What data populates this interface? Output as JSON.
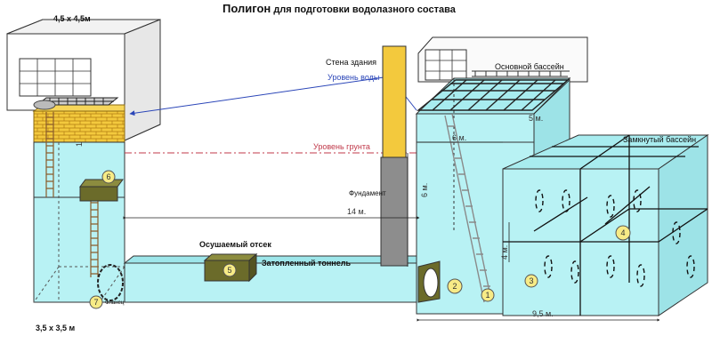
{
  "title": {
    "main": "Полигон",
    "rest": "для подготовки водолазного состава"
  },
  "labels": {
    "tower_top_size": "4,5 х 4,5м",
    "tower_bottom_size": "3,5 х 3,5 м",
    "building_wall": "Стена здания",
    "water_level": "Уровень воды",
    "ground_level": "Уровень грунта",
    "foundation": "Фундамент",
    "main_pool": "Основной бассейн",
    "closed_pool": "Замкнутый бассейн",
    "drained_compartment": "Осушаемый отсек",
    "flooded_tunnel": "Затопленный тоннель",
    "flange": "Фланец"
  },
  "dimensions": {
    "tower_rise": "1",
    "pool_width": "5 м.",
    "pool_length": "6 м.",
    "pool_depth": "6 м.",
    "tunnel_length": "14 м.",
    "closed_height": "4 м.",
    "closed_length": "9,5 м."
  },
  "markers": [
    "1",
    "2",
    "3",
    "4",
    "5",
    "6",
    "7"
  ],
  "colors": {
    "water": "#b8f2f4",
    "water_edge": "#7fdde3",
    "brick": "#f3c93d",
    "foundation": "#8d8d8d",
    "box": "#6b6b2a",
    "badge": "#f7eb86",
    "level_line": "#c0394a",
    "water_line": "#2b46b8"
  }
}
